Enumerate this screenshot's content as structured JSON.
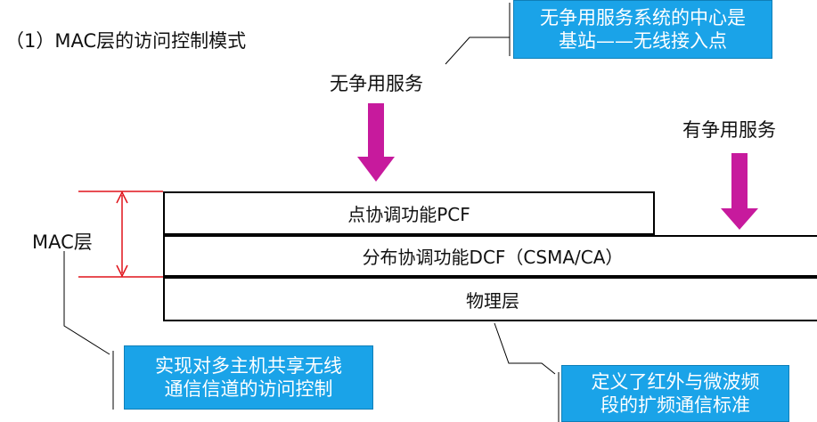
{
  "title": "（1）MAC层的访问控制模式",
  "labels": {
    "contention_free": "无争用服务",
    "contention": "有争用服务",
    "mac_layer": "MAC层"
  },
  "layers": {
    "pcf": "点协调功能PCF",
    "dcf": "分布协调功能DCF（CSMA/CA）",
    "physical": "物理层"
  },
  "callouts": {
    "top_right": [
      "无争用服务系统的中心是",
      "基站——无线接入点"
    ],
    "bottom_left": [
      "实现对多主机共享无线",
      "通信信道的访问控制"
    ],
    "bottom_right": [
      "定义了红外与微波频",
      "段的扩频通信标准"
    ]
  },
  "colors": {
    "arrow": "#c71a9d",
    "callout_bg": "#1aa3e8",
    "bracket": "#e0131b"
  }
}
